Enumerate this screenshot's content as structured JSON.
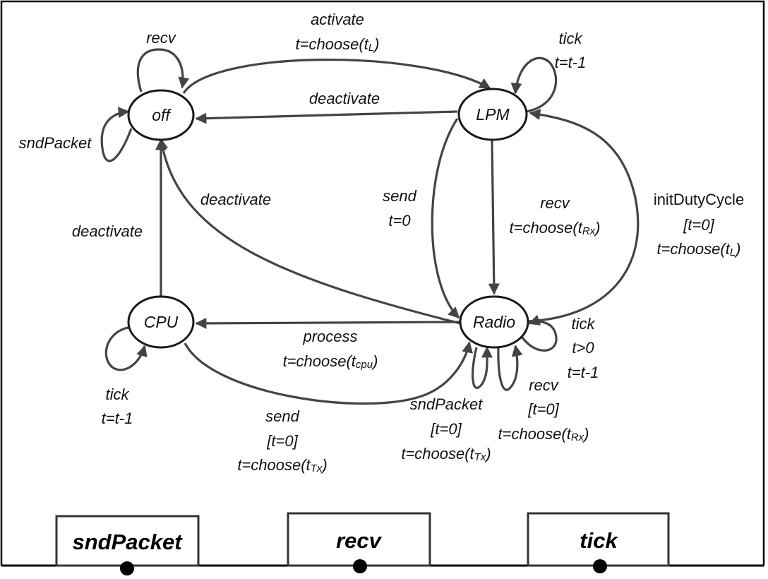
{
  "states": {
    "off": "off",
    "lpm": "LPM",
    "cpu": "CPU",
    "radio": "Radio"
  },
  "labels": {
    "off_recv": "recv",
    "off_sndpacket": "sndPacket",
    "activate_line1": "activate",
    "activate_t": "t=choose(t",
    "activate_sub": "L",
    "activate_close": ")",
    "lpm_tick": "tick",
    "lpm_tick_t": "t=t-1",
    "lpm_deactivate": "deactivate",
    "radio_deactivate": "deactivate",
    "cpu_deactivate": "deactivate",
    "send_line1": "send",
    "send_line2": "t=0",
    "recv_line1": "recv",
    "recv_t": "t=choose(t",
    "recv_sub": "Rx",
    "recv_close": ")",
    "init_line1": "initDutyCycle",
    "init_line2": "[t=0]",
    "init_t": "t=choose(t",
    "init_sub": "L",
    "init_close": ")",
    "process_line1": "process",
    "process_t": "t=choose(t",
    "process_sub": "cpu",
    "process_close": ")",
    "radio_tick_line1": "tick",
    "radio_tick_line2": "t>0",
    "radio_tick_line3": "t=t-1",
    "cpu_tick_line1": "tick",
    "cpu_tick_line2": "t=t-1",
    "cpu_send_line1": "send",
    "cpu_send_line2": "[t=0]",
    "cpu_send_t": "t=choose(t",
    "cpu_send_sub": "Tx",
    "cpu_send_close": ")",
    "radio_snd_line1": "sndPacket",
    "radio_snd_line2": "[t=0]",
    "radio_snd_t": "t=choose(t",
    "radio_snd_sub": "Tx",
    "radio_snd_close": ")",
    "radio_recv_line1": "recv",
    "radio_recv_line2": "[t=0]",
    "radio_recv_t": "t=choose(t",
    "radio_recv_sub": "Rx",
    "radio_recv_close": ")"
  },
  "ports": {
    "sndpacket": "sndPacket",
    "recv": "recv",
    "tick": "tick"
  },
  "colors": {
    "edge": "#444444",
    "node_fill": "#ffffff",
    "node_stroke": "#1a1a1a"
  }
}
